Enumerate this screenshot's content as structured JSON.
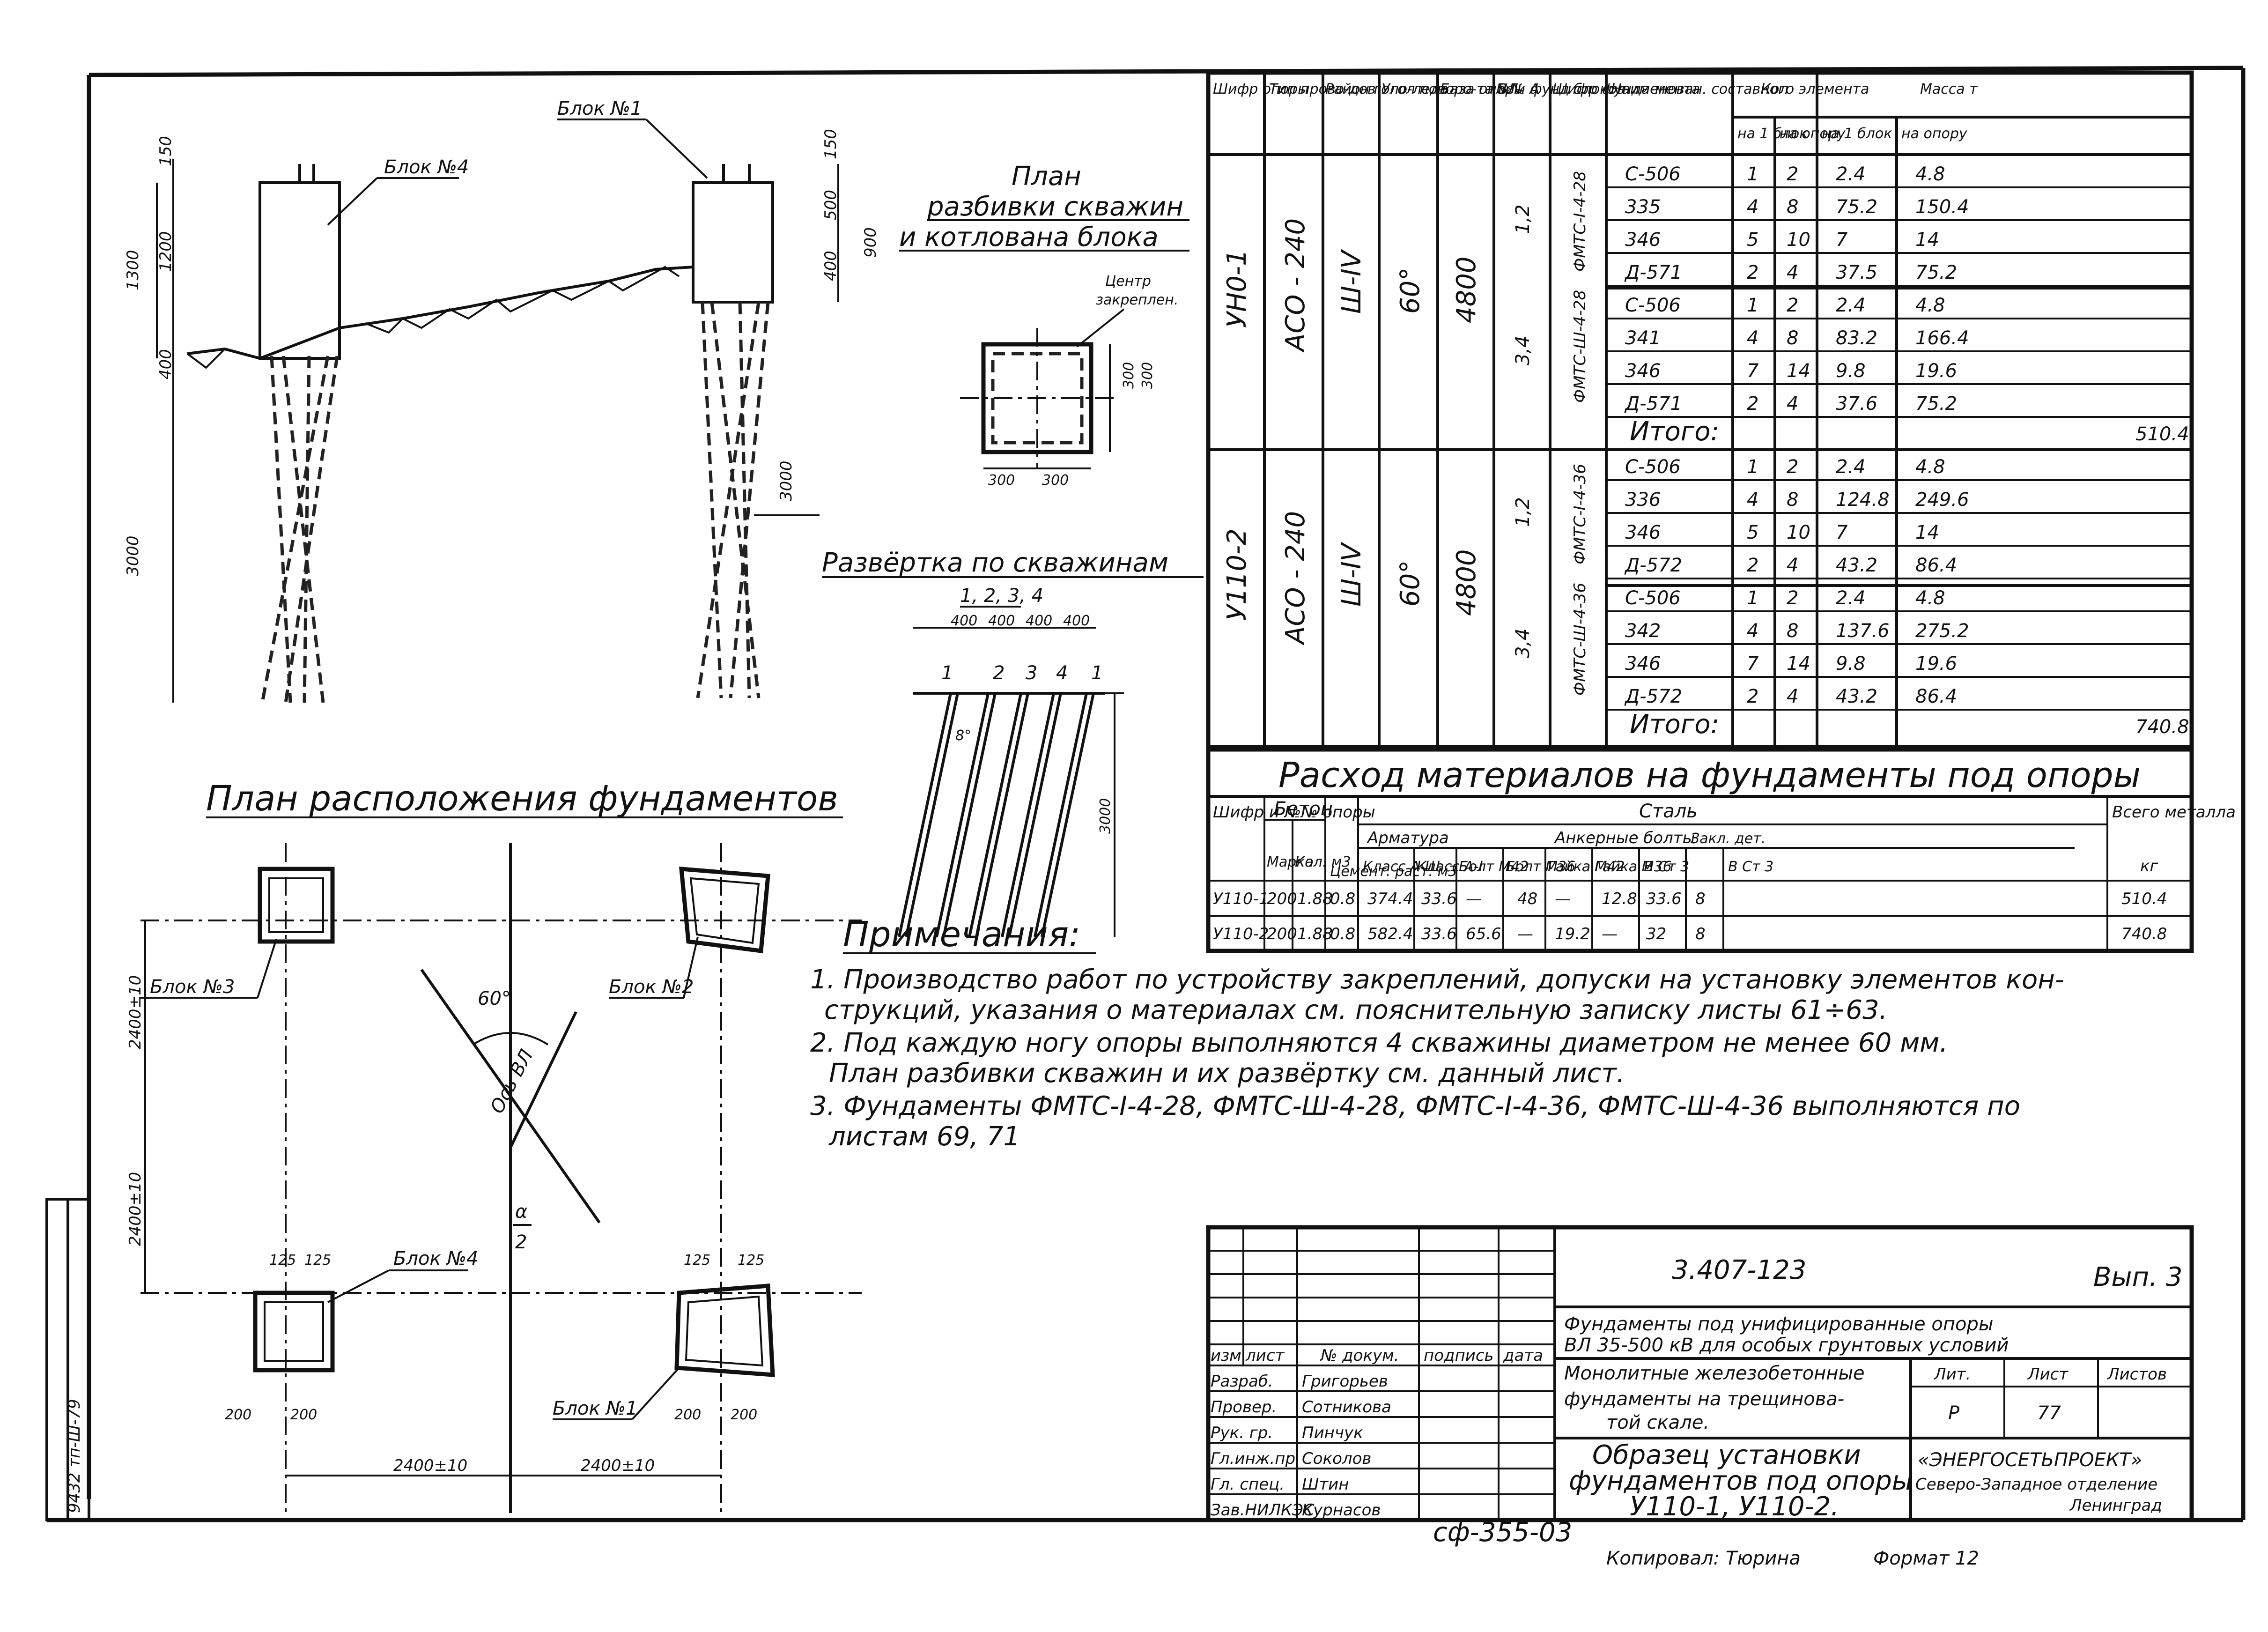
{
  "drawing": {
    "plan_title": "План расположения фундаментов",
    "drill_plan_title": [
      "План",
      "разбивки скважин",
      "и котлована блока"
    ],
    "center_label": [
      "Центр",
      "закреплен."
    ],
    "unfold_title": "Развёртка по скважинам",
    "unfold_sub": "1, 2, 3, 4",
    "unfold_holes": [
      "1",
      "2",
      "3",
      "4",
      "1"
    ],
    "unfold_angle": "8°",
    "blocks": {
      "b1": "Блок №1",
      "b2": "Блок №2",
      "b3": "Блок №3",
      "b4": "Блок №4"
    },
    "angle_60": "60°",
    "axis_label": "Ось ВЛ",
    "half_angle": [
      "α",
      "2"
    ],
    "dims": {
      "d150": "150",
      "d1300": "1300",
      "d1200": "1200",
      "d400": "400",
      "d3000": "3000",
      "d500": "500",
      "d900": "900",
      "d300": "300",
      "d125": "125",
      "d200": "200",
      "d2400": "2400±10",
      "d400_4": [
        "400",
        "400",
        "400",
        "400"
      ]
    },
    "side_stamp": "9432 тп-Ш-79"
  },
  "spec_table": {
    "headers": [
      "Шифр опоры",
      "Тип прово-дов",
      "Район голо-леда",
      "Угол поворо-та ВЛ",
      "База опоры А",
      "№№ фунд блоков",
      "Шифр фунда-мента",
      "Наименован. составного элемента",
      "Кол",
      "",
      "Масса т",
      ""
    ],
    "sub_headers": [
      "на 1 блок",
      "на опору",
      "на 1 блок",
      "на опору"
    ],
    "groups": [
      {
        "support": "УН0-1",
        "wire": "АСО - 240",
        "ice": "Ш-IV",
        "angle": "60°",
        "base": "4800",
        "subgroups": [
          {
            "blocks": "1,2",
            "code": "ФМТС-I-4-28",
            "rows": [
              [
                "С-506",
                "1",
                "2",
                "2.4",
                "4.8"
              ],
              [
                "335",
                "4",
                "8",
                "75.2",
                "150.4"
              ],
              [
                "346",
                "5",
                "10",
                "7",
                "14"
              ],
              [
                "Д-571",
                "2",
                "4",
                "37.5",
                "75.2"
              ]
            ]
          },
          {
            "blocks": "3,4",
            "code": "ФМТС-Ш-4-28",
            "rows": [
              [
                "С-506",
                "1",
                "2",
                "2.4",
                "4.8"
              ],
              [
                "341",
                "4",
                "8",
                "83.2",
                "166.4"
              ],
              [
                "346",
                "7",
                "14",
                "9.8",
                "19.6"
              ],
              [
                "Д-571",
                "2",
                "4",
                "37.6",
                "75.2"
              ]
            ]
          }
        ],
        "total_label": "Итого:",
        "total": "510.4"
      },
      {
        "support": "У110-2",
        "wire": "АСО - 240",
        "ice": "Ш-IV",
        "angle": "60°",
        "base": "4800",
        "subgroups": [
          {
            "blocks": "1,2",
            "code": "ФМТС-I-4-36",
            "rows": [
              [
                "С-506",
                "1",
                "2",
                "2.4",
                "4.8"
              ],
              [
                "336",
                "4",
                "8",
                "124.8",
                "249.6"
              ],
              [
                "346",
                "5",
                "10",
                "7",
                "14"
              ],
              [
                "Д-572",
                "2",
                "4",
                "43.2",
                "86.4"
              ]
            ]
          },
          {
            "blocks": "3,4",
            "code": "ФМТС-Ш-4-36",
            "rows": [
              [
                "С-506",
                "1",
                "2",
                "2.4",
                "4.8"
              ],
              [
                "342",
                "4",
                "8",
                "137.6",
                "275.2"
              ],
              [
                "346",
                "7",
                "14",
                "9.8",
                "19.6"
              ],
              [
                "Д-572",
                "2",
                "4",
                "43.2",
                "86.4"
              ]
            ]
          }
        ],
        "total_label": "Итого:",
        "total": "740.8"
      }
    ]
  },
  "materials": {
    "title": "Расход материалов на фундаменты под опоры",
    "h_code": "Шифр и №№ опоры",
    "h_concrete": "Бетон",
    "h_brand": "Марка",
    "h_qty": "Кол. м3",
    "h_cement": "Цемент. раст. м3",
    "h_steel": "Сталь",
    "h_rebar": "Арматура",
    "h_anchor": "Анкерные болты",
    "h_rebar_a3": "Класс А-Ш",
    "h_rebar_a1": "Класс А-I",
    "h_bolt42": "Болт М42",
    "h_bolt36": "Болт М36",
    "h_nut42": "Гайка М42",
    "h_nut36": "Гайка М36",
    "h_vst3": "В Ст 3",
    "h_emb": "Закл. дет.",
    "h_emb2": "В Ст 3",
    "h_total": "Всего металла",
    "h_kg": "кг",
    "rows": [
      [
        "У110-1",
        "200",
        "1.88",
        "0.8",
        "374.4",
        "33.6",
        "—",
        "48",
        "—",
        "12.8",
        "33.6",
        "8",
        "510.4"
      ],
      [
        "У110-2",
        "200",
        "1.88",
        "0.8",
        "582.4",
        "33.6",
        "65.6",
        "—",
        "19.2",
        "—",
        "32",
        "8",
        "740.8"
      ]
    ]
  },
  "notes": {
    "title": "Примечания:",
    "lines": [
      "1. Производство работ по устройству закреплений, допуски на установку элементов кон-",
      "струкций, указания о материалах см. пояснительную записку листы 61÷63.",
      "2. Под каждую ногу опоры выполняются 4 скважины диаметром не менее 60 мм.",
      "План разбивки скважин и их развёртку см. данный лист.",
      "3. Фундаменты ФМТС-I-4-28, ФМТС-Ш-4-28, ФМТС-I-4-36, ФМТС-Ш-4-36 выполняются по",
      "листам 69, 71"
    ]
  },
  "title_block": {
    "doc_number": "3.407-123",
    "issue": "Вып. 3",
    "main_title": [
      "Фундаменты под унифицированные опоры",
      "ВЛ 35-500 кВ для особых грунтовых условий"
    ],
    "subtitle": [
      "Монолитные железобетонные",
      "фундаменты на трещинова-",
      "той скале."
    ],
    "lit_h": "Лит.",
    "sheet_h": "Лист",
    "sheets_h": "Листов",
    "lit": "Р",
    "sheet": "77",
    "drawing_name": [
      "Образец установки",
      "фундаментов под опоры",
      "У110-1, У110-2."
    ],
    "org": [
      "«ЭНЕРГОСЕТЬПРОЕКТ»",
      "Северо-Западное отделение",
      "Ленинград"
    ],
    "col_heads": [
      "изм.",
      "лист",
      "№ докум.",
      "подпись",
      "дата"
    ],
    "people": [
      [
        "Разраб.",
        "Григорьев"
      ],
      [
        "Провер.",
        "Сотникова"
      ],
      [
        "Рук. гр.",
        "Пинчук"
      ],
      [
        "Гл.инж.пр",
        "Соколов"
      ],
      [
        "Гл. спец.",
        "Штин"
      ],
      [
        "Зав.НИЛКЭС",
        "Курнасов"
      ]
    ],
    "bottom_code": "сф-355-03",
    "copied": "Копировал: Тюрина",
    "format": "Формат 12"
  }
}
